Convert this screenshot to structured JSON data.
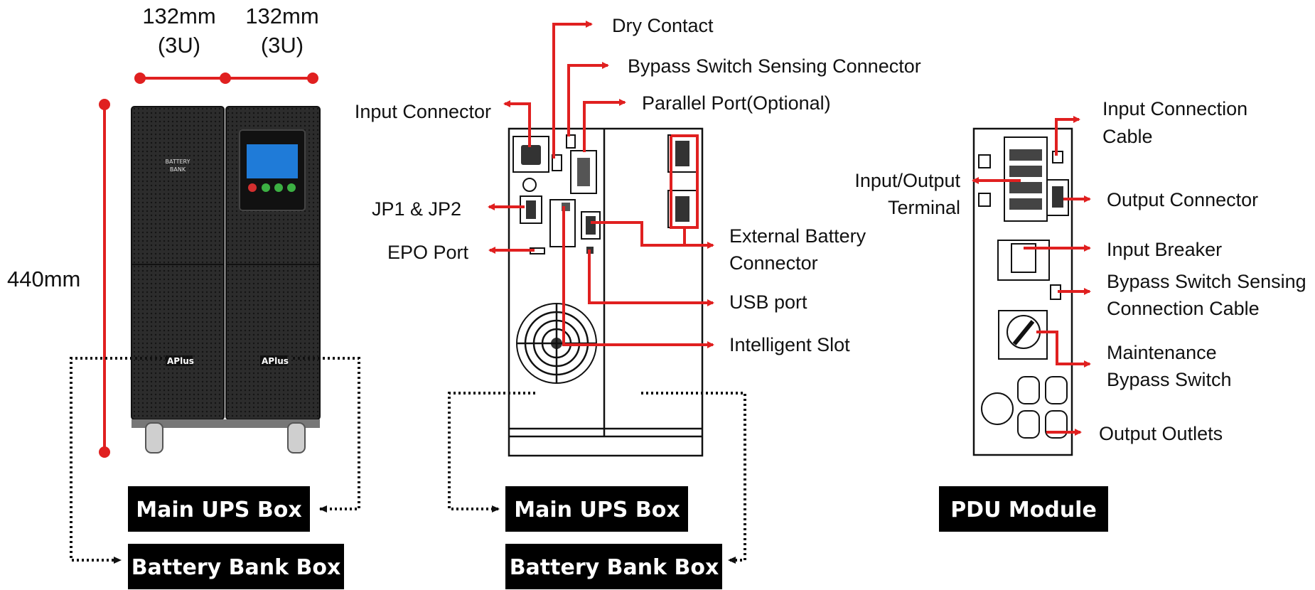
{
  "dimensions": {
    "width_left": "132mm",
    "width_left_units": "(3U)",
    "width_right": "132mm",
    "width_right_units": "(3U)",
    "height": "440mm"
  },
  "front_view": {
    "battery_bank_label_line1": "BATTERY",
    "battery_bank_label_line2": "BANK",
    "brand_logo": "APlus"
  },
  "rear_panel_labels": {
    "dry_contact": "Dry Contact",
    "bypass_switch_sensing_connector": "Bypass Switch Sensing Connector",
    "parallel_port": "Parallel Port(Optional)",
    "input_connector": "Input Connector",
    "jp1_jp2": "JP1 & JP2",
    "epo_port": "EPO Port",
    "external_battery_connector_line1": "External Battery",
    "external_battery_connector_line2": "Connector",
    "usb_port": "USB port",
    "intelligent_slot": "Intelligent Slot"
  },
  "pdu_labels": {
    "input_connection_cable_line1": "Input Connection",
    "input_connection_cable_line2": "Cable",
    "input_output_terminal_line1": "Input/Output",
    "input_output_terminal_line2": "Terminal",
    "output_connector": "Output Connector",
    "input_breaker": "Input Breaker",
    "bypass_switch_sensing_cable_line1": "Bypass Switch Sensing",
    "bypass_switch_sensing_cable_line2": "Connection Cable",
    "maintenance_bypass_switch_line1": "Maintenance",
    "maintenance_bypass_switch_line2": "Bypass Switch",
    "output_outlets": "Output Outlets"
  },
  "boxes": {
    "main_ups_box": "Main UPS Box",
    "battery_bank_box": "Battery Bank Box",
    "pdu_module": "PDU Module"
  },
  "colors": {
    "callout": "#e02020",
    "cabinet": "#2b2b2b",
    "box_fill": "#000000"
  }
}
